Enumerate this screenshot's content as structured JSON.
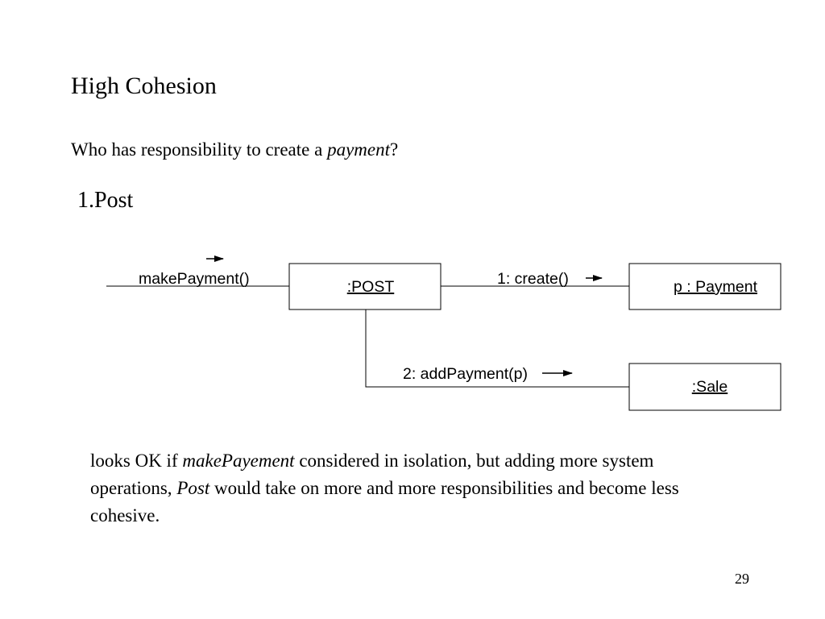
{
  "slide": {
    "title": "High Cohesion",
    "question": {
      "prefix": "Who has responsibility to create a ",
      "emphasis": "payment",
      "suffix": "?"
    },
    "subheading": "1.Post",
    "page_number": "29"
  },
  "diagram": {
    "objects": {
      "post": ":POST",
      "payment": "p : Payment",
      "sale": ":Sale"
    },
    "messages": {
      "incoming": "makePayment()",
      "create": "1: create()",
      "add_payment": "2: addPayment(p)"
    }
  },
  "body": {
    "part1": "looks OK if ",
    "em1": "makePayement",
    "part2": " considered in isolation, but adding more system operations, ",
    "em2": "Post",
    "part3": " would take on more and more responsibilities and become less cohesive."
  }
}
